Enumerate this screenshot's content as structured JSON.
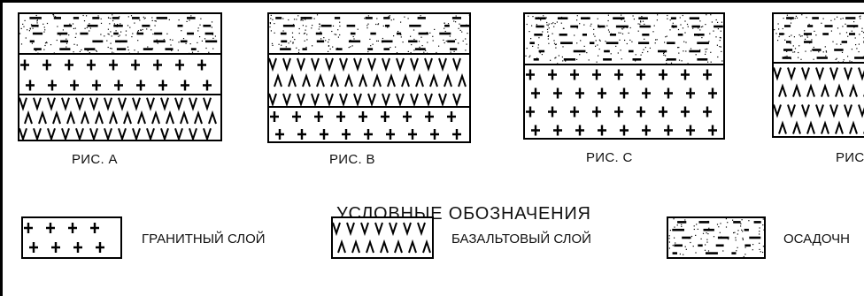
{
  "figures": [
    {
      "caption": "РИС. A",
      "layers": [
        "sedimentary",
        "granite",
        "basalt"
      ]
    },
    {
      "caption": "РИС. B",
      "layers": [
        "sedimentary",
        "basalt",
        "granite"
      ]
    },
    {
      "caption": "РИС. C",
      "layers": [
        "sedimentary",
        "granite"
      ]
    },
    {
      "caption": "РИС",
      "layers": [
        "sedimentary",
        "basalt"
      ]
    }
  ],
  "legend": {
    "title": "УСЛОВНЫЕ ОБОЗНАЧЕНИЯ",
    "items": [
      {
        "key": "granite",
        "label": "ГРАНИТНЫЙ СЛОЙ"
      },
      {
        "key": "basalt",
        "label": "БАЗАЛЬТОВЫЙ СЛОЙ"
      },
      {
        "key": "sedimentary",
        "label": "ОСАДОЧН"
      }
    ]
  },
  "colors": {
    "ink": "#000000",
    "background": "#ffffff"
  }
}
